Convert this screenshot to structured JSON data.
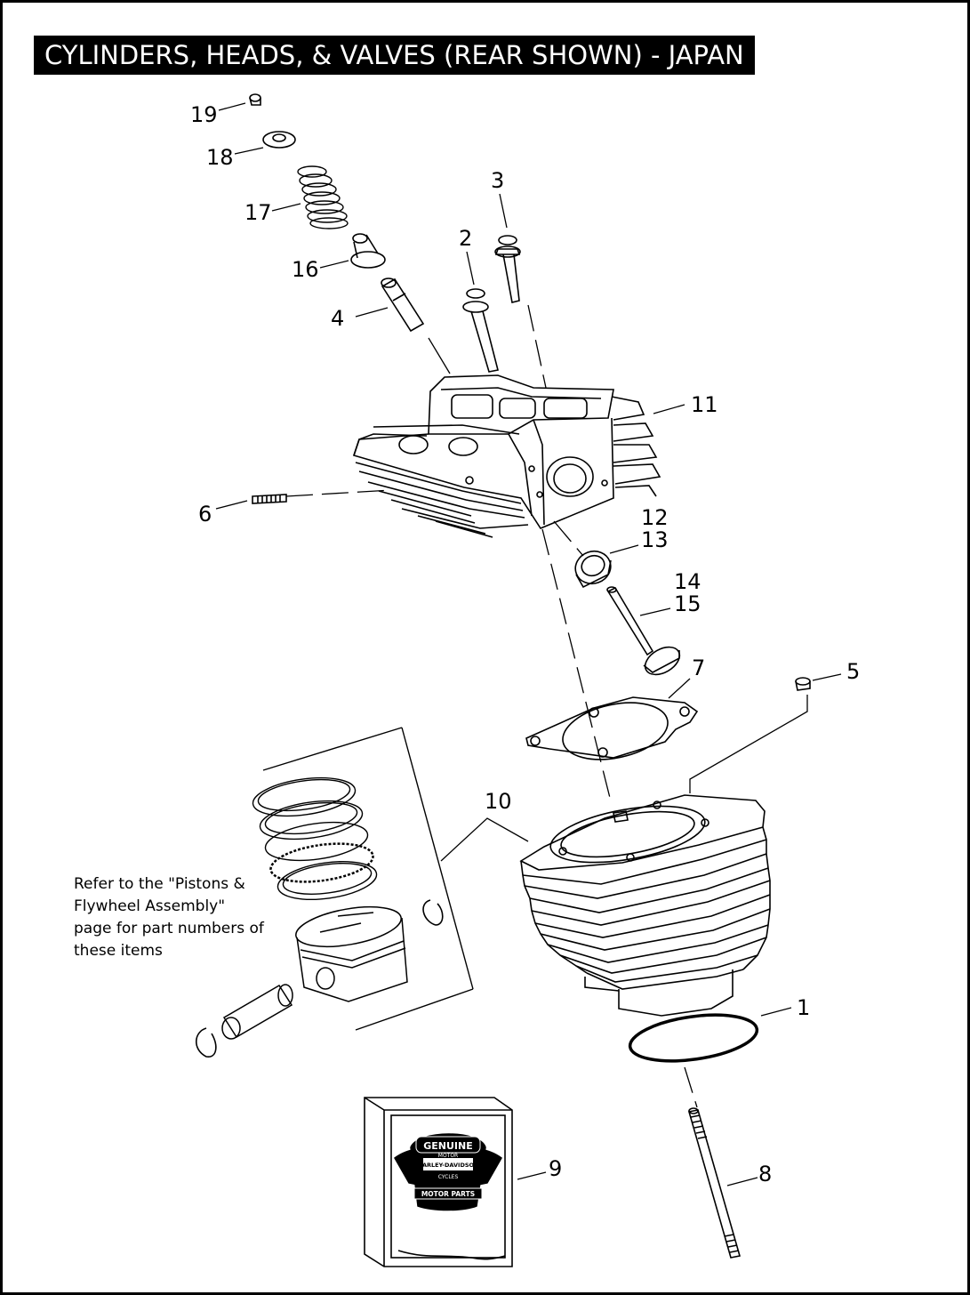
{
  "title": "CYLINDERS, HEADS, & VALVES (REAR SHOWN) - JAPAN",
  "callouts": [
    "1",
    "2",
    "3",
    "4",
    "5",
    "6",
    "7",
    "8",
    "9",
    "10",
    "11",
    "12",
    "13",
    "14",
    "15",
    "16",
    "17",
    "18",
    "19"
  ],
  "note": {
    "line1": "Refer to the \"Pistons &",
    "line2": "Flywheel Assembly\"",
    "line3": "page for part numbers of",
    "line4": "these items"
  },
  "logo": {
    "top": "GENUINE",
    "brand1": "MOTOR",
    "brand2": "HARLEY-DAVIDSON",
    "brand3": "CYCLES",
    "bottom": "MOTOR PARTS"
  }
}
